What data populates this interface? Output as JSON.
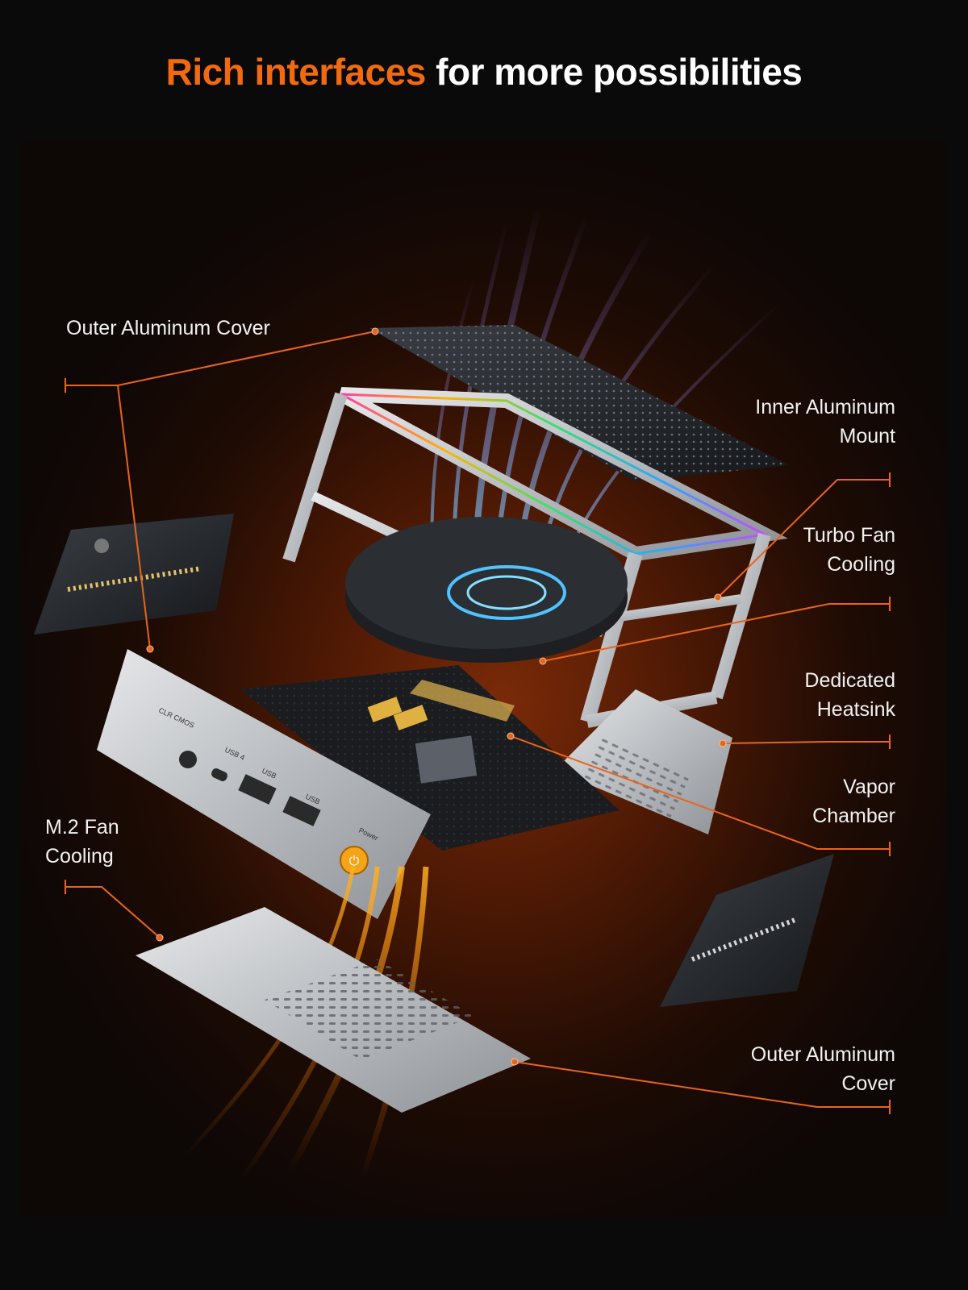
{
  "headline": {
    "accent_text": "Rich interfaces",
    "rest_text": " for more possibilities"
  },
  "colors": {
    "accent": "#f06a12",
    "background": "#0b0a0a",
    "callout_line": "#e8651a"
  },
  "callouts": {
    "outer_cover_top": {
      "label": "Outer Aluminum Cover"
    },
    "inner_mount": {
      "line1": "Inner Aluminum",
      "line2": "Mount"
    },
    "turbo_fan": {
      "line1": "Turbo Fan",
      "line2": "Cooling"
    },
    "heatsink": {
      "line1": "Dedicated",
      "line2": "Heatsink"
    },
    "vapor_chamber": {
      "line1": "Vapor",
      "line2": "Chamber"
    },
    "m2_fan": {
      "line1": "M.2 Fan",
      "line2": "Cooling"
    },
    "outer_cover_bottom": {
      "line1": "Outer Aluminum",
      "line2": "Cover"
    }
  },
  "front_panel": {
    "clr_cmos": "CLR CMOS",
    "usb4": "USB 4",
    "usb_a": "USB",
    "usb_b": "USB",
    "power": "Power"
  },
  "icons": [
    "power-icon"
  ]
}
